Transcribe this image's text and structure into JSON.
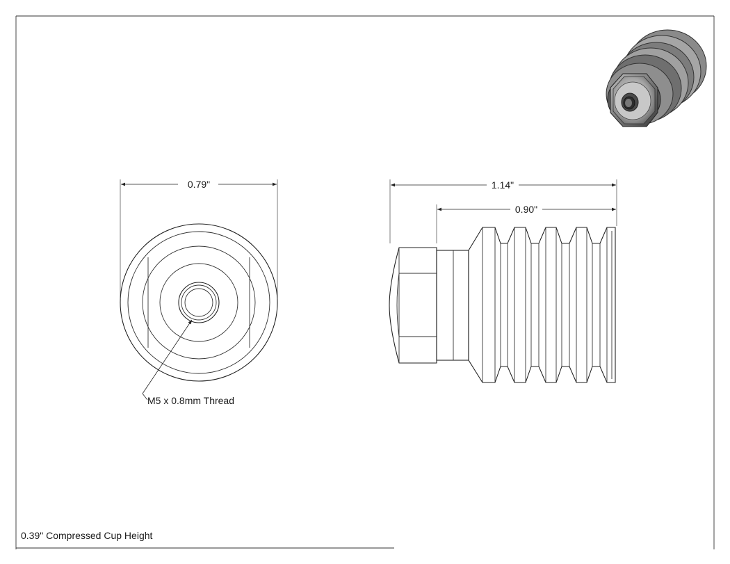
{
  "dimensions": {
    "front_diameter": "0.79\"",
    "overall_length": "1.14\"",
    "bellows_length": "0.90\""
  },
  "callouts": {
    "thread": "M5 x 0.8mm Thread"
  },
  "title_block": {
    "note": "0.39\" Compressed Cup Height"
  }
}
